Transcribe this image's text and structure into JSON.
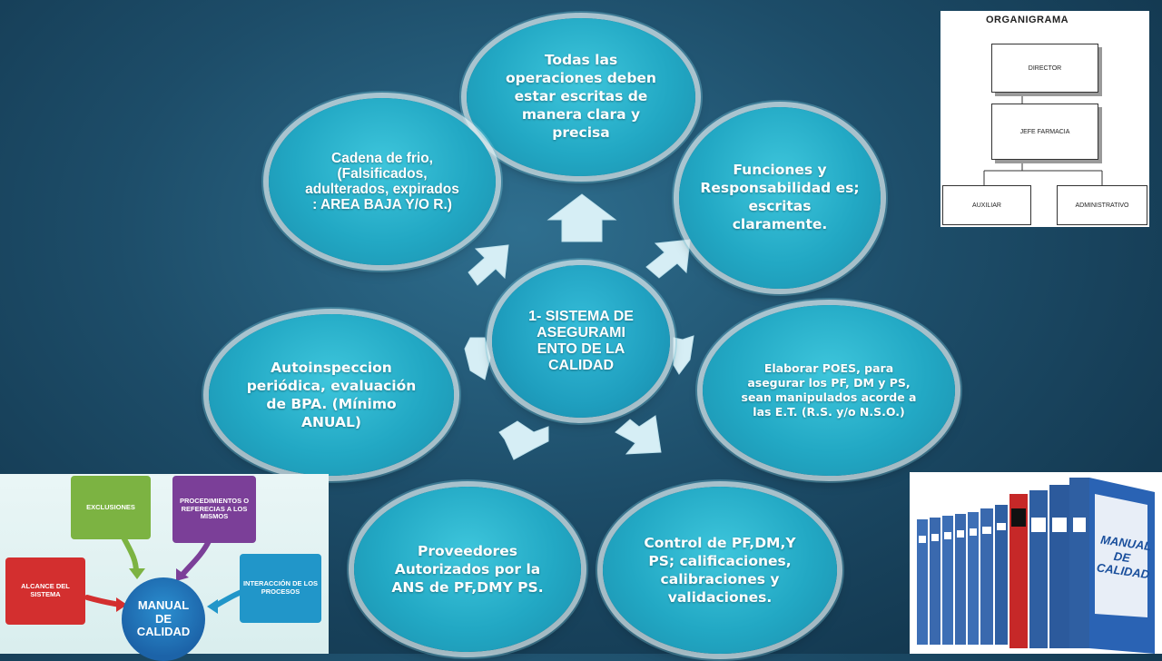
{
  "diagram": {
    "center": "1- SISTEMA DE ASEGURAMI ENTO DE LA CALIDAD",
    "nodes": {
      "top": "Todas las operaciones deben estar escritas de manera clara y precisa",
      "upper_right": "Funciones y Responsabilidad es; escritas claramente.",
      "right": "Elaborar POES, para asegurar los PF, DM y PS, sean manipulados acorde a las E.T. (R.S. y/o N.S.O.)",
      "lower_right": "Control de PF,DM,Y PS; calificaciones, calibraciones y validaciones.",
      "lower_left": "Proveedores Autorizados por la ANS de PF,DMY PS.",
      "left": "Autoinspeccion periódica, evaluación de BPA. (Mínimo ANUAL)",
      "upper_left": "Cadena de frio, (Falsificados, adulterados, expirados : AREA BAJA Y/O R.)"
    }
  },
  "organigrama": {
    "title": "ORGANIGRAMA",
    "director": "DIRECTOR",
    "jefe": "JEFE FARMACIA",
    "auxiliar": "AUXILIAR",
    "administrativo": "ADMINISTRATIVO"
  },
  "manual_diagram": {
    "center": "MANUAL DE CALIDAD",
    "exclusiones": "EXCLUSIONES",
    "procedimientos": "PROCEDIMIENTOS O REFERECIAS A LOS MISMOS",
    "alcance": "ALCANCE DEL SISTEMA",
    "interaccion": "INTERACCIÓN DE LOS PROCESOS"
  },
  "binders": {
    "label": "MANUAL DE CALIDAD"
  },
  "colors": {
    "node_fill": "#22a8c4",
    "background": "#1d4d69",
    "exclusiones": "#7cb342",
    "procedimientos": "#7b3f98",
    "alcance": "#d32f2f",
    "interaccion": "#2196c9"
  }
}
